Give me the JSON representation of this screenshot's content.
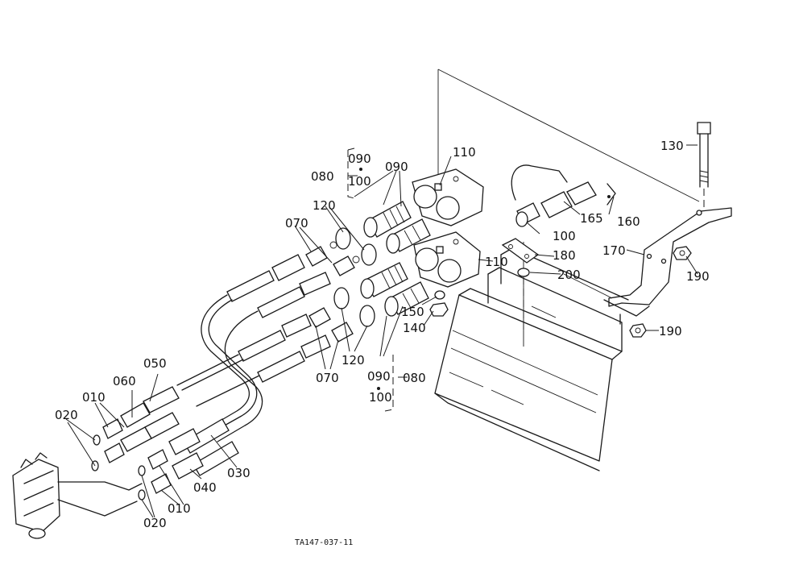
{
  "colors": {
    "ink": "#1a1a1a",
    "paper": "#ffffff"
  },
  "caption": "TA147-037-11",
  "labels": {
    "l130": "130",
    "l110a": "110",
    "l090a": "090",
    "l080a": "080",
    "l100a": "100",
    "l090b": "090",
    "l120a": "120",
    "l070a": "070",
    "l165": "165",
    "l160": "160",
    "l100b": "100",
    "l170": "170",
    "l180": "180",
    "l110b": "110",
    "l200": "200",
    "l190a": "190",
    "l150": "150",
    "l140": "140",
    "l190b": "190",
    "l120b": "120",
    "l070b": "070",
    "l090c": "090",
    "l080b": "080",
    "l100c": "100",
    "l050": "050",
    "l060": "060",
    "l010a": "010",
    "l020a": "020",
    "l030": "030",
    "l040": "040",
    "l010b": "010",
    "l020b": "020"
  }
}
